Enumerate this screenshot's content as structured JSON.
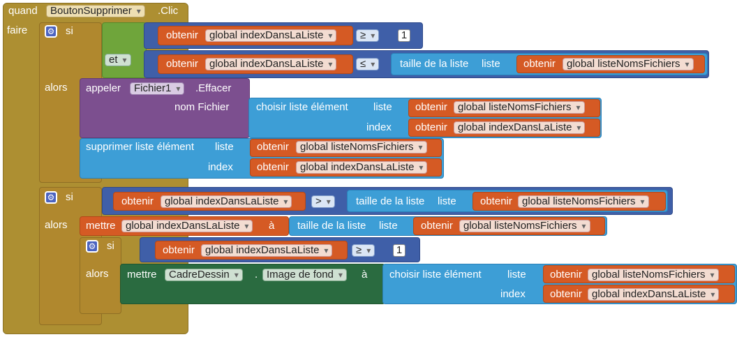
{
  "event": {
    "prefix": "quand",
    "component": "BoutonSupprimer",
    "suffix": ".Clic",
    "do_label": "faire"
  },
  "labels": {
    "if": "si",
    "then": "alors",
    "and": "et",
    "get": "obtenir",
    "list_length": "taille de la liste",
    "list_word": "liste",
    "select_item": "choisir liste élément",
    "index_word": "index",
    "remove_item": "supprimer liste élément",
    "call": "appeler",
    "set": "mettre",
    "to": "à",
    "dot": "."
  },
  "vars": {
    "index": "global indexDansLaListe",
    "names": "global listeNomsFichiers"
  },
  "ops": {
    "gte": "≥",
    "lte": "≤",
    "gt": ">"
  },
  "numbers": {
    "one": "1"
  },
  "file": {
    "component": "Fichier1",
    "method": ".Effacer",
    "param": "nom Fichier"
  },
  "canvas": {
    "component": "CadreDessin",
    "property": "Image de fond"
  }
}
